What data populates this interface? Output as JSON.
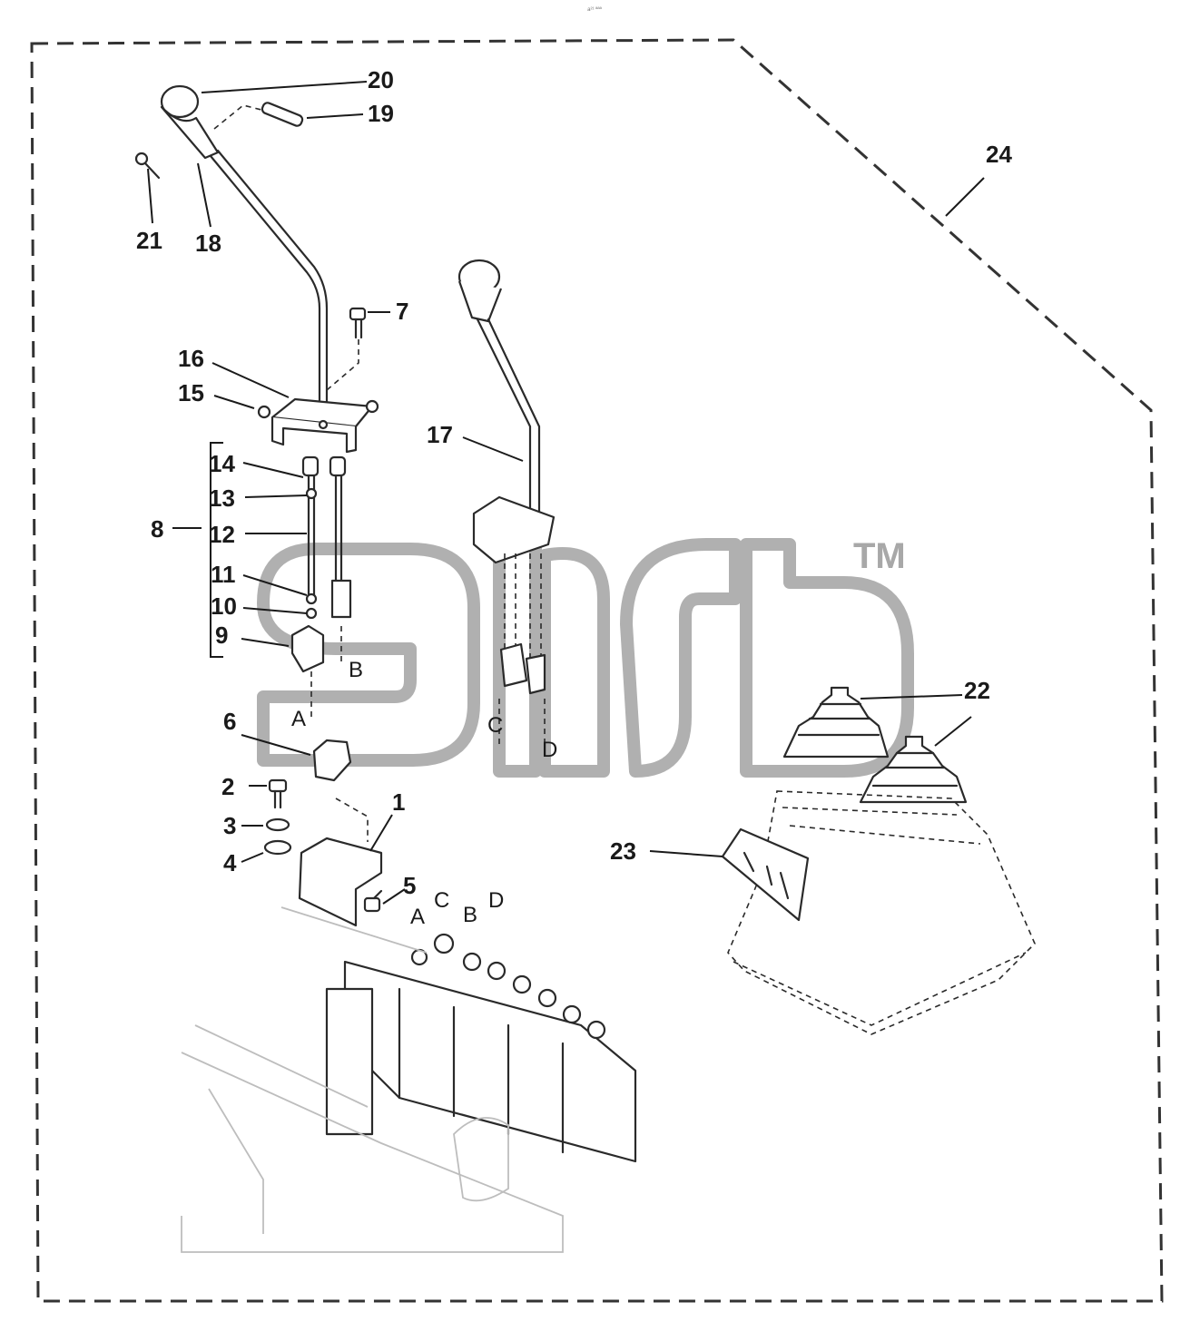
{
  "header_mark": "a²¹ ªªª",
  "watermark": {
    "tm": "TM"
  },
  "callouts": {
    "n1": "1",
    "n2": "2",
    "n3": "3",
    "n4": "4",
    "n5": "5",
    "n6": "6",
    "n7": "7",
    "n8": "8",
    "n9": "9",
    "n10": "10",
    "n11": "11",
    "n12": "12",
    "n13": "13",
    "n14": "14",
    "n15": "15",
    "n16": "16",
    "n17": "17",
    "n18": "18",
    "n19": "19",
    "n20": "20",
    "n21": "21",
    "n22": "22",
    "n23": "23",
    "n24": "24"
  },
  "ports": {
    "a_rod": "A",
    "b_rod": "B",
    "c_rod": "C",
    "d_rod": "D",
    "a_valve": "A",
    "b_valve": "B",
    "c_valve": "C",
    "d_valve": "D"
  },
  "colors": {
    "line": "#2a2a2a",
    "watermark": "#b0b0b0",
    "background": "#ffffff"
  }
}
